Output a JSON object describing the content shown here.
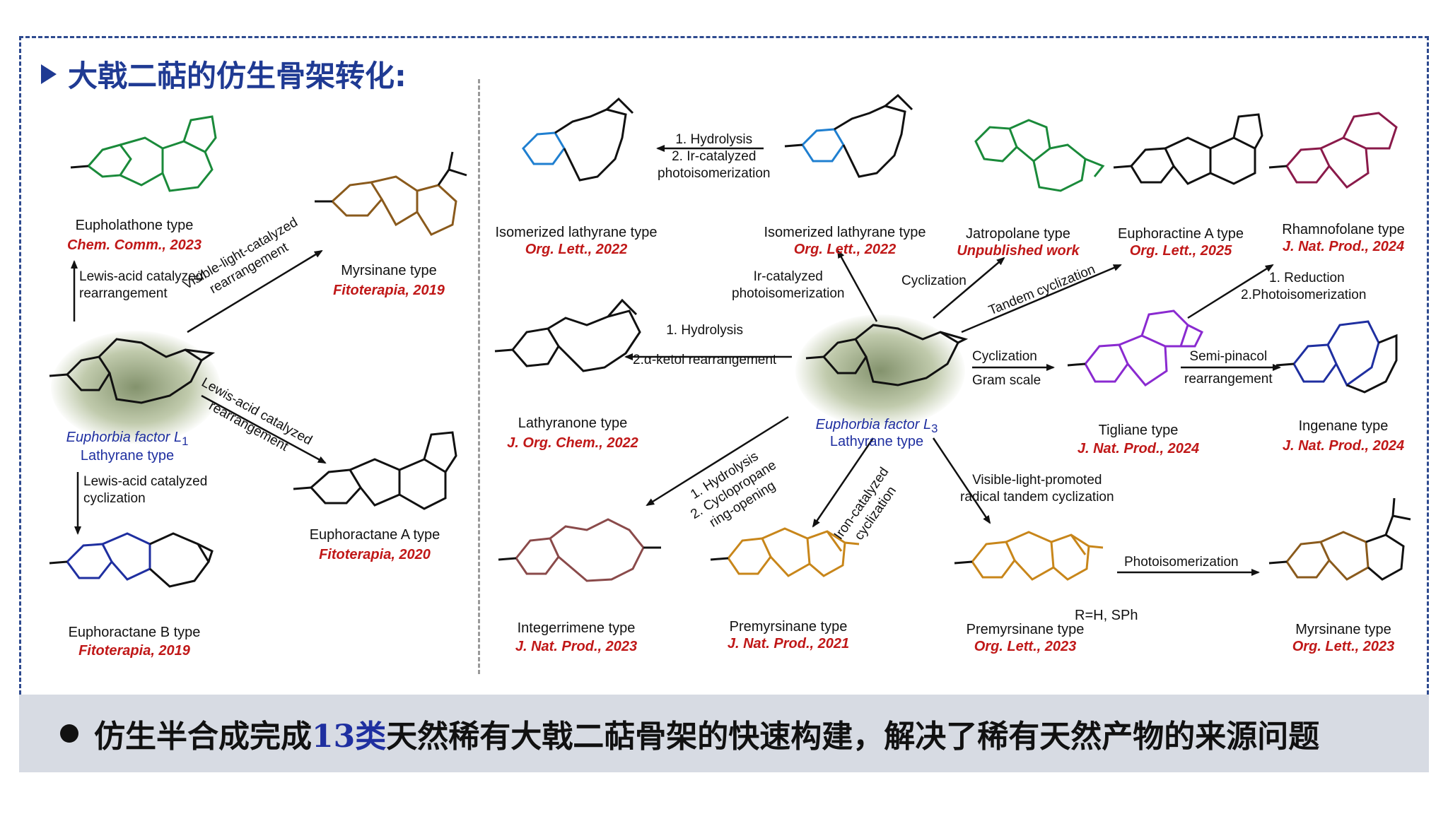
{
  "title": "大戟二萜的仿生骨架转化:",
  "center_left": {
    "name": "Euphorbia factor L",
    "sub": "1",
    "type": "Lathyrane type"
  },
  "center_right": {
    "name": "Euphorbia factor L",
    "sub": "3",
    "type": "Lathyrane type"
  },
  "compounds": [
    {
      "name": "Eupholathone type",
      "ref": "Chem. Comm., 2023"
    },
    {
      "name": "Myrsinane type",
      "ref": "Fitoterapia, 2019"
    },
    {
      "name": "Euphoractane A type",
      "ref": "Fitoterapia, 2020"
    },
    {
      "name": "Euphoractane B type",
      "ref": "Fitoterapia, 2019"
    },
    {
      "name": "Isomerized lathyrane type",
      "ref": "Org. Lett., 2022"
    },
    {
      "name": "Isomerized lathyrane type",
      "ref": "Org. Lett., 2022"
    },
    {
      "name": "Jatropolane type",
      "ref": "Unpublished work"
    },
    {
      "name": "Euphoractine A type",
      "ref": "Org. Lett., 2025"
    },
    {
      "name": "Rhamnofolane type",
      "ref": "J. Nat. Prod., 2024"
    },
    {
      "name": "Lathyranone type",
      "ref": "J. Org. Chem., 2022"
    },
    {
      "name": "Tigliane type",
      "ref": "J. Nat. Prod., 2024"
    },
    {
      "name": "Ingenane type",
      "ref": "J. Nat. Prod., 2024"
    },
    {
      "name": "Integerrimene type",
      "ref": "J. Nat. Prod., 2023"
    },
    {
      "name": "Premyrsinane type",
      "ref": "J. Nat. Prod., 2021"
    },
    {
      "name": "Premyrsinane type",
      "ref": "Org. Lett., 2023"
    },
    {
      "name": "Myrsinane type",
      "ref": "Org. Lett., 2023"
    }
  ],
  "conditions": {
    "lewis_rearr": [
      "Lewis-acid catalyzed",
      "rearrangement"
    ],
    "visible_rearr": [
      "Visible-light-catalyzed",
      "rearrangement"
    ],
    "lewis_rearr2": [
      "Lewis-acid catalyzed",
      "rearrangement"
    ],
    "lewis_cycl": [
      "Lewis-acid catalyzed",
      "cyclization"
    ],
    "hydro_ir": [
      "1. Hydrolysis",
      "2. Ir-catalyzed",
      "photoisomerization"
    ],
    "ir_photo": [
      "Ir-catalyzed",
      "photoisomerization"
    ],
    "cyclization": "Cyclization",
    "tandem": "Tandem cyclization",
    "reduction": [
      "1. Reduction",
      "2.Photoisomerization"
    ],
    "hydro_ketol": [
      "1. Hydrolysis",
      "2.α-ketol rearrangement"
    ],
    "cycl_gram": [
      "Cyclization",
      "Gram scale"
    ],
    "semipinacol": [
      "Semi-pinacol",
      "rearrangement"
    ],
    "hydro_cp": [
      "1. Hydrolysis",
      "2. Cyclopropane",
      "ring-opening"
    ],
    "iron": [
      "Iron-catalyzed",
      "cyclization"
    ],
    "visible_tandem": [
      "Visible-light-promoted",
      "radical tandem cyclization"
    ],
    "photoisom": "Photoisomerization"
  },
  "substituents": {
    "r_def": "R=H, SPh"
  },
  "bottom": {
    "pre": "仿生半合成完成",
    "num": "13类",
    "post": "天然稀有大戟二萜骨架的快速构建，解决了稀有天然产物的来源问题"
  },
  "colors": {
    "frame": "#2e4a8f",
    "title": "#1f3a93",
    "ref": "#c01818",
    "bottom_bg": "#d7dbe3",
    "green": "#1a8a3a",
    "brown": "#8a5a1c",
    "blue_struct": "#1f2fa0",
    "cyan": "#1f7fd0",
    "purple": "#8a2ad0",
    "maroon": "#8a1a4a",
    "ochre": "#c8861a",
    "rose": "#8a4a4a"
  }
}
